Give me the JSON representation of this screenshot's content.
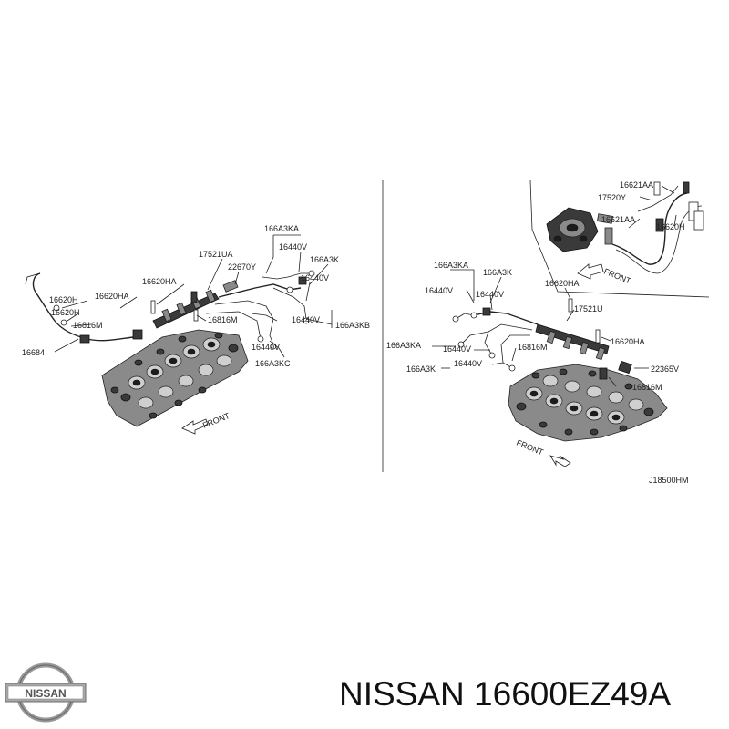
{
  "brand": {
    "logo_text": "NISSAN",
    "title": "NISSAN 16600EZ49A"
  },
  "diagram": {
    "code": "J18500HM",
    "front_label": "FRONT",
    "left_labels": [
      {
        "id": "l1",
        "text": "166A3KA"
      },
      {
        "id": "l2",
        "text": "16440V"
      },
      {
        "id": "l3",
        "text": "166A3K"
      },
      {
        "id": "l4",
        "text": "17521UA"
      },
      {
        "id": "l5",
        "text": "22670Y"
      },
      {
        "id": "l6",
        "text": "16440V"
      },
      {
        "id": "l7",
        "text": "16620HA"
      },
      {
        "id": "l8",
        "text": "16620H"
      },
      {
        "id": "l9",
        "text": "16620HA"
      },
      {
        "id": "l10",
        "text": "16620H"
      },
      {
        "id": "l11",
        "text": "16816M"
      },
      {
        "id": "l12",
        "text": "16816M"
      },
      {
        "id": "l13",
        "text": "16440V"
      },
      {
        "id": "l14",
        "text": "166A3KB"
      },
      {
        "id": "l15",
        "text": "16684"
      },
      {
        "id": "l16",
        "text": "16440V"
      },
      {
        "id": "l17",
        "text": "166A3KC"
      }
    ],
    "right_labels": [
      {
        "id": "r1",
        "text": "16621AA"
      },
      {
        "id": "r2",
        "text": "17520Y"
      },
      {
        "id": "r3",
        "text": "16621AA"
      },
      {
        "id": "r4",
        "text": "16620H"
      },
      {
        "id": "r5",
        "text": "166A3KA"
      },
      {
        "id": "r6",
        "text": "166A3K"
      },
      {
        "id": "r7",
        "text": "16440V"
      },
      {
        "id": "r8",
        "text": "16440V"
      },
      {
        "id": "r9",
        "text": "16620HA"
      },
      {
        "id": "r10",
        "text": "17521U"
      },
      {
        "id": "r11",
        "text": "166A3KA"
      },
      {
        "id": "r12",
        "text": "16440V"
      },
      {
        "id": "r13",
        "text": "16816M"
      },
      {
        "id": "r14",
        "text": "16620HA"
      },
      {
        "id": "r15",
        "text": "166A3K"
      },
      {
        "id": "r16",
        "text": "16440V"
      },
      {
        "id": "r17",
        "text": "22365V"
      },
      {
        "id": "r18",
        "text": "16816M"
      }
    ]
  }
}
